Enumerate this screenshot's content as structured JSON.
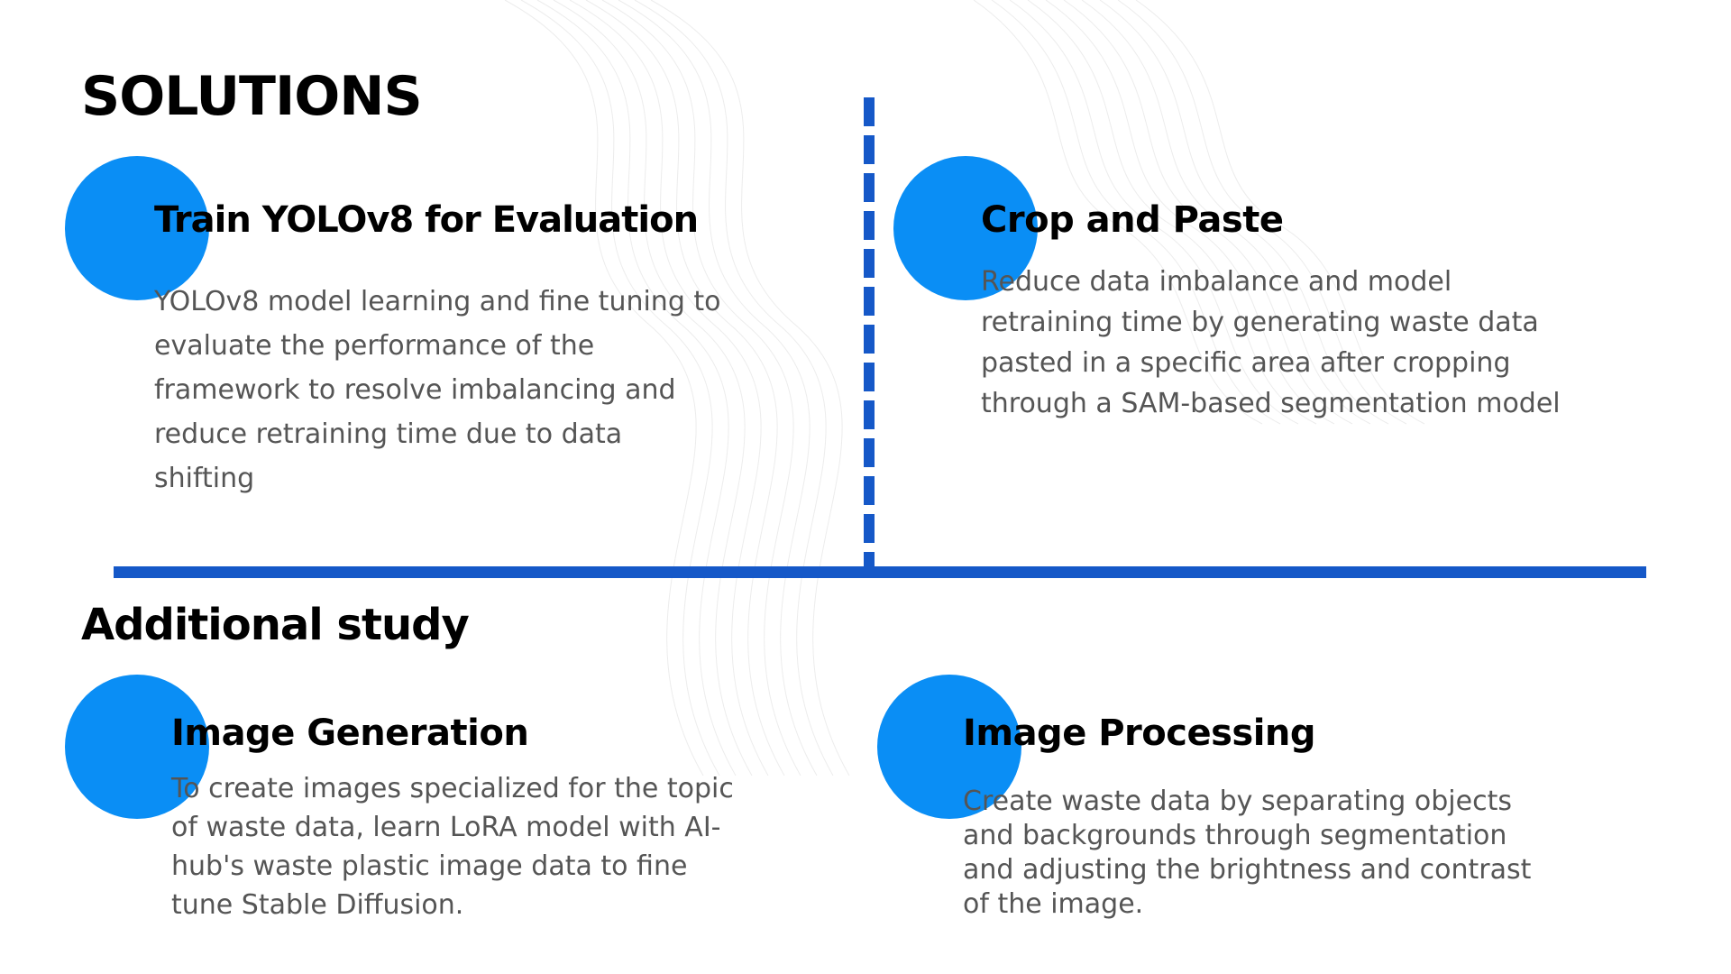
{
  "slide": {
    "title": "SOLUTIONS",
    "subtitle": "Additional study",
    "accent_color": "#0a8ef5",
    "divider_color": "#1558c8",
    "text_color": "#000000",
    "body_color": "#555555",
    "solutions": [
      {
        "title": "Train YOLOv8 for Evaluation",
        "body": "YOLOv8 model learning and fine tuning to evaluate the performance of the framework to resolve imbalancing and reduce retraining time due to data shifting"
      },
      {
        "title": "Crop and Paste",
        "body": "Reduce data imbalance and model retraining time by generating waste data pasted in a specific area after cropping through a SAM-based segmentation model"
      }
    ],
    "studies": [
      {
        "title": "Image Generation",
        "body": "To create images specialized for the topic of waste data, learn LoRA model with AI-hub's waste plastic image data to fine tune Stable Diffusion."
      },
      {
        "title": "Image Processing",
        "body": "Create waste data by separating objects and backgrounds through segmentation and adjusting the brightness and contrast of the image."
      }
    ]
  }
}
